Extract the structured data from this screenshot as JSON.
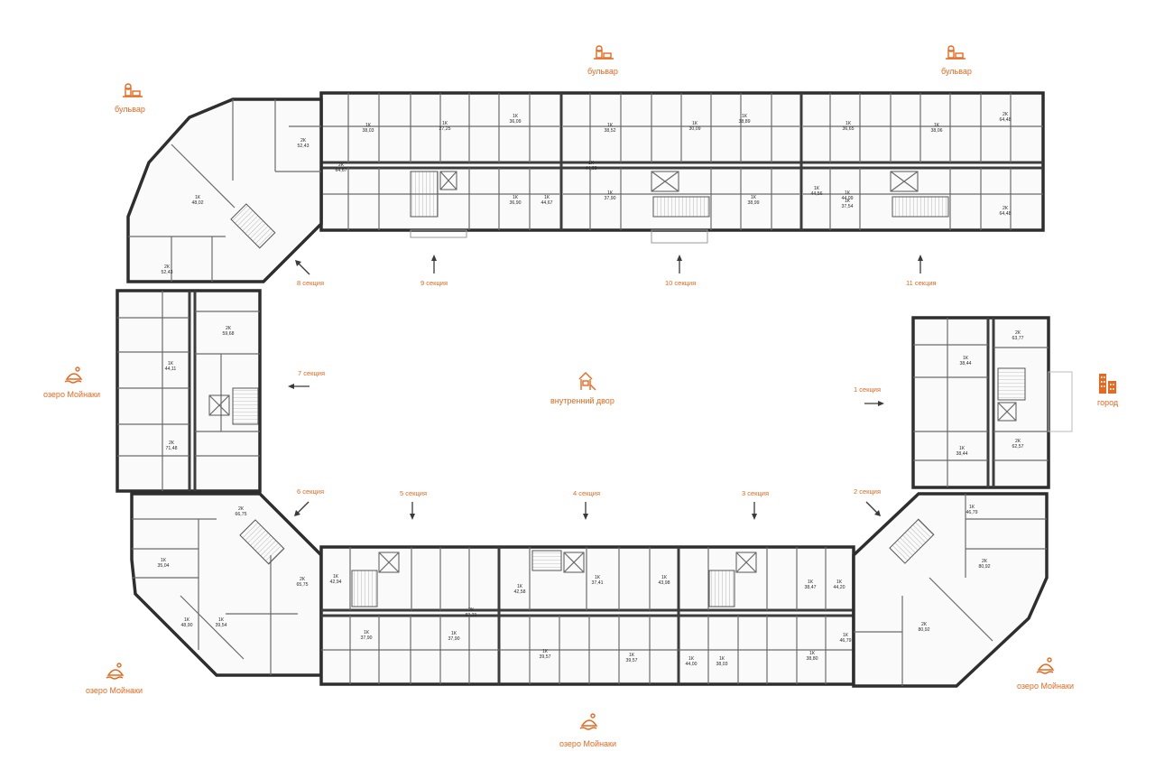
{
  "landmarks": [
    {
      "id": "boulevard-1",
      "label": "бульвар",
      "icon": "boulevard-icon"
    },
    {
      "id": "boulevard-2",
      "label": "бульвар",
      "icon": "boulevard-icon"
    },
    {
      "id": "boulevard-3",
      "label": "бульвар",
      "icon": "boulevard-icon"
    },
    {
      "id": "lake-left",
      "label": "озеро Мойнаки",
      "icon": "lake-icon"
    },
    {
      "id": "lake-bottom-left",
      "label": "озеро Мойнаки",
      "icon": "lake-icon"
    },
    {
      "id": "lake-bottom",
      "label": "озеро Мойнаки",
      "icon": "lake-icon"
    },
    {
      "id": "lake-bottom-right",
      "label": "озеро Мойнаки",
      "icon": "lake-icon"
    },
    {
      "id": "courtyard",
      "label": "внутренний двор",
      "icon": "playground-icon"
    },
    {
      "id": "city",
      "label": "город",
      "icon": "city-icon"
    }
  ],
  "sections": [
    {
      "label": "1 секция"
    },
    {
      "label": "2 секция"
    },
    {
      "label": "3 секция"
    },
    {
      "label": "4 секция"
    },
    {
      "label": "5 секция"
    },
    {
      "label": "6 секция"
    },
    {
      "label": "7 секция"
    },
    {
      "label": "8 секция"
    },
    {
      "label": "9 секция"
    },
    {
      "label": "10 секция"
    },
    {
      "label": "11 секция"
    }
  ],
  "apartments": [
    {
      "type": "2К",
      "area": "52,43"
    },
    {
      "type": "2К",
      "area": "52,43"
    },
    {
      "type": "1К",
      "area": "48,02"
    },
    {
      "type": "2К",
      "area": "64,67"
    },
    {
      "type": "1К",
      "area": "38,03"
    },
    {
      "type": "1К",
      "area": "27,25"
    },
    {
      "type": "1К",
      "area": "36,09"
    },
    {
      "type": "1К",
      "area": "36,90"
    },
    {
      "type": "1К",
      "area": "44,67"
    },
    {
      "type": "1К",
      "area": "38,52"
    },
    {
      "type": "1К",
      "area": "44,69"
    },
    {
      "type": "1К",
      "area": "37,90"
    },
    {
      "type": "1К",
      "area": "30,09"
    },
    {
      "type": "1К",
      "area": "38,89"
    },
    {
      "type": "1К",
      "area": "38,99"
    },
    {
      "type": "1К",
      "area": "36,65"
    },
    {
      "type": "1К",
      "area": "44,56"
    },
    {
      "type": "1К",
      "area": "44,09"
    },
    {
      "type": "1К",
      "area": "37,54"
    },
    {
      "type": "1К",
      "area": "38,06"
    },
    {
      "type": "2К",
      "area": "64,48"
    },
    {
      "type": "2К",
      "area": "64,48"
    },
    {
      "type": "2К",
      "area": "59,68"
    },
    {
      "type": "1К",
      "area": "44,11"
    },
    {
      "type": "2К",
      "area": "71,48"
    },
    {
      "type": "2К",
      "area": "63,77"
    },
    {
      "type": "1К",
      "area": "38,44"
    },
    {
      "type": "1К",
      "area": "38,44"
    },
    {
      "type": "2К",
      "area": "62,57"
    },
    {
      "type": "2К",
      "area": "66,75"
    },
    {
      "type": "1К",
      "area": "35,04"
    },
    {
      "type": "1К",
      "area": "48,90"
    },
    {
      "type": "1К",
      "area": "39,54"
    },
    {
      "type": "2К",
      "area": "65,75"
    },
    {
      "type": "1К",
      "area": "42,94"
    },
    {
      "type": "1К",
      "area": "37,90"
    },
    {
      "type": "1К",
      "area": "37,90"
    },
    {
      "type": "2К",
      "area": "82,31"
    },
    {
      "type": "1К",
      "area": "42,58"
    },
    {
      "type": "1К",
      "area": "39,57"
    },
    {
      "type": "1К",
      "area": "37,41"
    },
    {
      "type": "1К",
      "area": "43,98"
    },
    {
      "type": "1К",
      "area": "39,57"
    },
    {
      "type": "1К",
      "area": "44,00"
    },
    {
      "type": "1К",
      "area": "38,03"
    },
    {
      "type": "1К",
      "area": "38,47"
    },
    {
      "type": "1К",
      "area": "44,20"
    },
    {
      "type": "1К",
      "area": "38,80"
    },
    {
      "type": "1К",
      "area": "46,79"
    },
    {
      "type": "2К",
      "area": "80,92"
    },
    {
      "type": "2К",
      "area": "80,92"
    },
    {
      "type": "1К",
      "area": "46,79"
    }
  ],
  "colors": {
    "accent": "#e8681f",
    "wall": "#3d3d3d"
  }
}
